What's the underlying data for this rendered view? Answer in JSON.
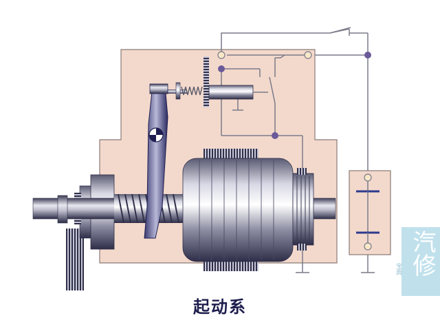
{
  "caption": "起动系",
  "watermark": {
    "main": "汽修",
    "sub": "宝典"
  },
  "colors": {
    "housing": "#f3d9cc",
    "housing_edge": "#8a7a74",
    "wire": "#7a7a8a",
    "node": "#6a5a9a",
    "node_open": "#f8e8c8",
    "metal_dark": "#2e2e48",
    "metal_light": "#e8e8f0",
    "accent_blue": "#2d3a8c",
    "spring": "#5a5a6a"
  },
  "icons": [
    "gear-icon",
    "spring-icon",
    "switch-icon",
    "battery-icon",
    "pivot-icon"
  ]
}
